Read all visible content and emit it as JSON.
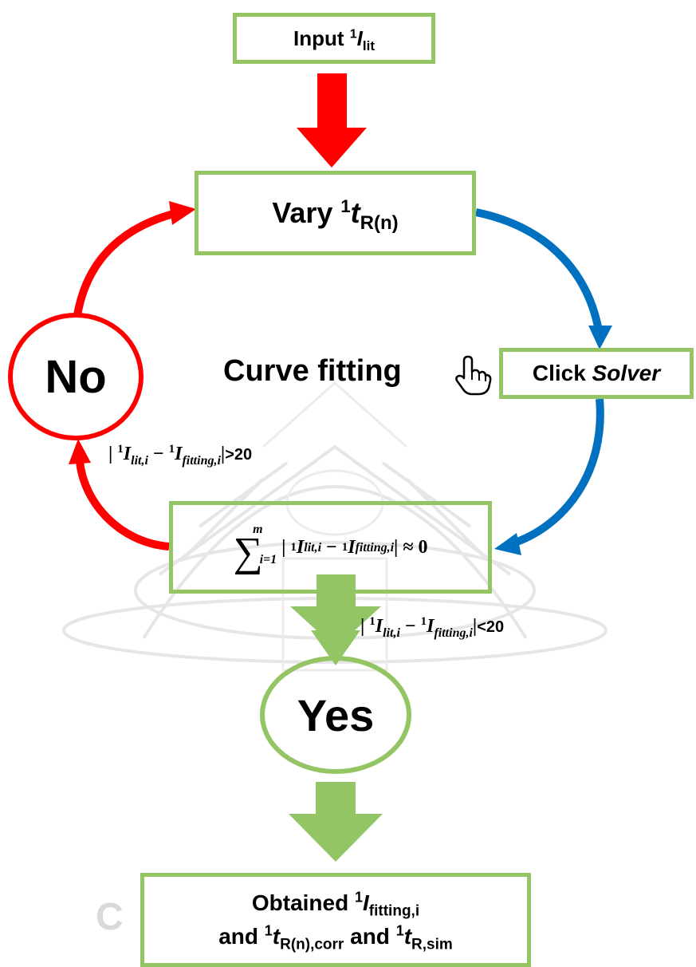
{
  "input_box": {
    "prefix": "Input ",
    "sup": "1",
    "var": "I",
    "sub": "lit"
  },
  "vary_box": {
    "prefix": "Vary ",
    "sup": "1",
    "var": "t",
    "sub": "R(n)"
  },
  "no_label": "No",
  "curve_fitting_label": "Curve fitting",
  "click_box": {
    "prefix": "Click ",
    "emph": "Solver"
  },
  "sum_box": {
    "sum_symbol": "∑",
    "upper": "m",
    "lower": "i=1",
    "bar": "|",
    "sup": "1",
    "var": "I",
    "sub_a": "lit,i",
    "minus": "−",
    "sub_b": "fitting,i",
    "approx": "≈ 0"
  },
  "cond_no": {
    "bar": "|",
    "sup": "1",
    "var": "I",
    "sub_a": "lit,i",
    "minus": "−",
    "sub_b": "fitting,i",
    "tail": ">20"
  },
  "cond_yes": {
    "bar": "|",
    "sup": "1",
    "var": "I",
    "sub_a": "lit,i",
    "minus": "−",
    "sub_b": "fitting,i",
    "tail": "<20"
  },
  "yes_label": "Yes",
  "output_box": {
    "line1_prefix": "Obtained ",
    "line1_sup": "1",
    "line1_var": "I",
    "line1_sub": "fitting,i",
    "line2_and1": "and ",
    "line2_sup1": "1",
    "line2_var1": "t",
    "line2_sub1": "R(n),corr",
    "line2_and2": " and ",
    "line2_sup2": "1",
    "line2_var2": "t",
    "line2_sub2": "R,sim"
  },
  "watermark_text": "C",
  "colors": {
    "green": "#93c565",
    "red": "#ff0000",
    "blue": "#0070c0",
    "watermark": "#d9d9d9"
  },
  "icons": {
    "hand": "hand-pointer-icon"
  }
}
